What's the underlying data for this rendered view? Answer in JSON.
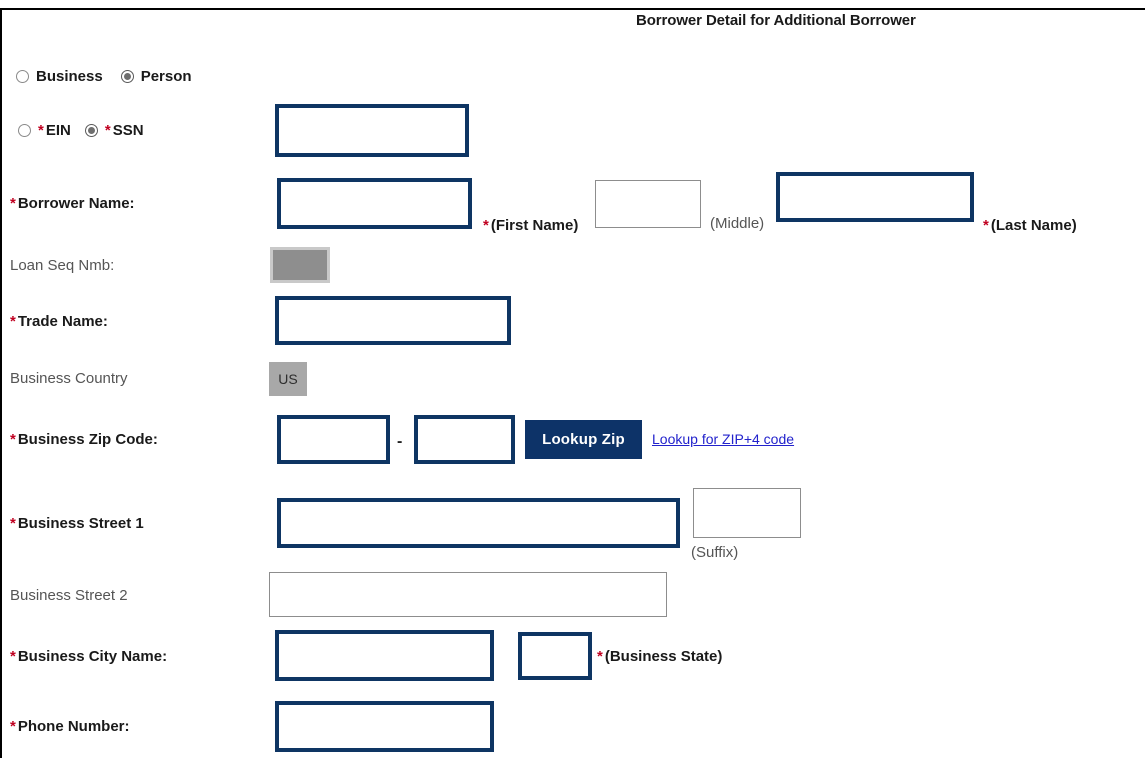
{
  "page": {
    "title": "Borrower Detail for Additional Borrower"
  },
  "entity_type": {
    "options": [
      {
        "label": "Business",
        "selected": false
      },
      {
        "label": "Person",
        "selected": true
      }
    ]
  },
  "tax_id_type": {
    "options": [
      {
        "label": "* EIN",
        "selected": false,
        "required": true
      },
      {
        "label": "* SSN",
        "selected": true,
        "required": true
      }
    ],
    "value": "",
    "placeholder": ""
  },
  "fields": {
    "borrower_name": {
      "label": "Borrower Name:",
      "required": true,
      "first": {
        "value": "",
        "hint": "(First Name)",
        "hint_required": true
      },
      "middle": {
        "value": "",
        "hint": "(Middle)",
        "hint_required": false
      },
      "last": {
        "value": "",
        "hint": "(Last Name)",
        "hint_required": true
      }
    },
    "loan_seq_nmb": {
      "label": "Loan Seq Nmb:",
      "required": false,
      "value": "",
      "disabled": true
    },
    "trade_name": {
      "label": "Trade Name:",
      "required": true,
      "value": ""
    },
    "business_country": {
      "label": "Business Country",
      "required": false,
      "value": "US",
      "disabled": true
    },
    "business_zip": {
      "label": "Business Zip Code:",
      "required": true,
      "zip5": "",
      "separator": "-",
      "zip4": "",
      "lookup_button": "Lookup Zip",
      "lookup_link": "Lookup for ZIP+4 code"
    },
    "business_street_1": {
      "label": "Business Street 1",
      "required": true,
      "value": "",
      "suffix": {
        "value": "",
        "hint": "(Suffix)"
      }
    },
    "business_street_2": {
      "label": "Business Street 2",
      "required": false,
      "value": ""
    },
    "business_city": {
      "label": "Business City Name:",
      "required": true,
      "value": "",
      "state": {
        "value": "",
        "hint": "(Business State)",
        "hint_required": true
      }
    },
    "phone_number": {
      "label": "Phone Number:",
      "required": true,
      "value": ""
    }
  },
  "colors": {
    "field_border": "#0e3563",
    "button_bg": "#0d3368",
    "required_star": "#c00020",
    "link": "#2222cc",
    "disabled_bg": "#8e8e8e"
  }
}
